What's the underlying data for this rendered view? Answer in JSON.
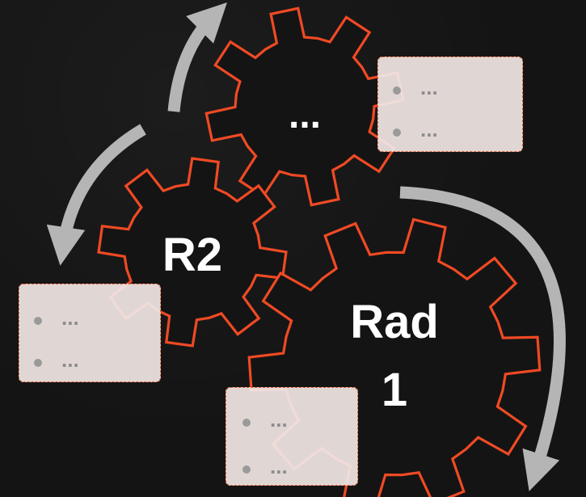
{
  "diagram": {
    "gears": [
      {
        "id": "gear-top",
        "label": "..."
      },
      {
        "id": "gear-r2",
        "label": "R2"
      },
      {
        "id": "gear-rad1",
        "label_lines": [
          "Rad",
          "1"
        ]
      }
    ],
    "cards": [
      {
        "id": "card-top-right",
        "items": [
          "...",
          "..."
        ]
      },
      {
        "id": "card-left",
        "items": [
          "...",
          "..."
        ]
      },
      {
        "id": "card-bottom",
        "items": [
          "...",
          "..."
        ]
      }
    ]
  },
  "colors": {
    "background": "#141414",
    "gear_stroke": "#f04a24",
    "gear_fill": "#141414",
    "arrow": "#b5b5b5",
    "card_fill": "#f0e6e4",
    "card_border": "#e2643c",
    "bullet": "#9a9a9a"
  }
}
